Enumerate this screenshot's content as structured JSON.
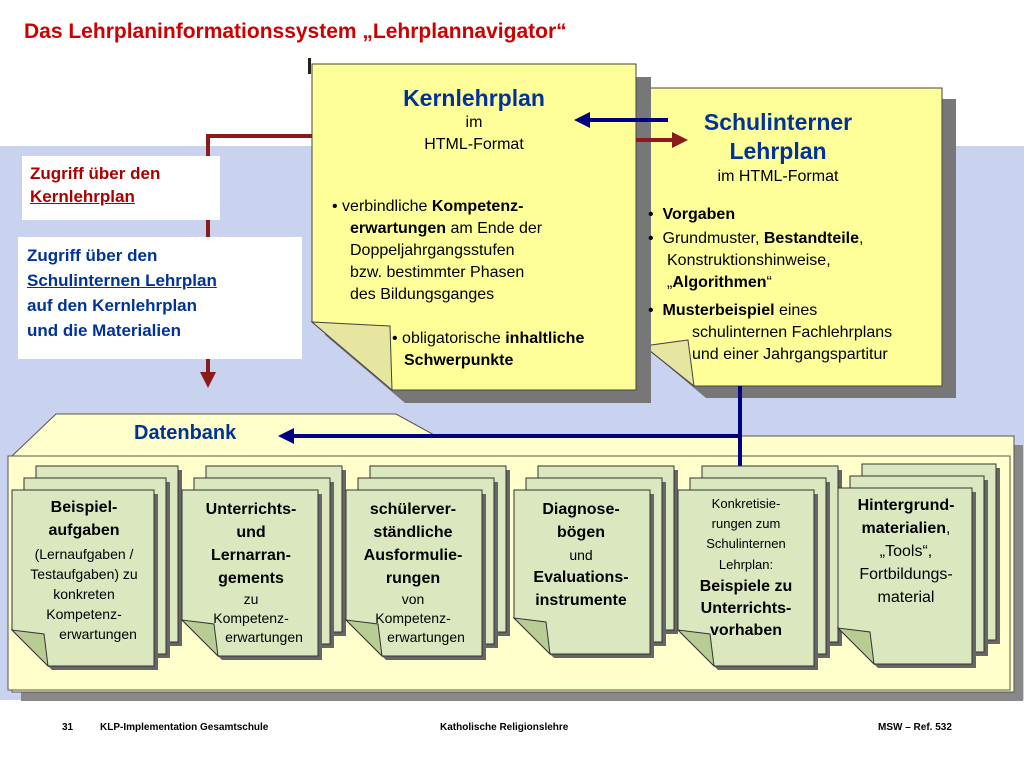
{
  "title": "Das Lehrplaninformationssystem „Lehrplannavigator“",
  "access_kernlehrplan": {
    "line1": "Zugriff über den",
    "line2": "Kernlehrplan"
  },
  "access_schulintern": {
    "line1": "Zugriff über den",
    "line2": "Schulinternen Lehrplan",
    "line3": "auf den Kernlehrplan",
    "line4": "und die Materialien"
  },
  "kernlehrplan": {
    "heading": "Kernlehrplan",
    "sub1": "im",
    "sub2": "HTML-Format",
    "bullet1": {
      "plain1": "verbindliche ",
      "bold1": "Kompetenz-",
      "bold2": "erwartungen",
      "plain2": " am Ende der",
      "line3": "Doppeljahrgangsstufen",
      "line4": "bzw. bestimmter Phasen",
      "line5": "des Bildungsganges"
    },
    "bullet2": {
      "plain": "obligatorische ",
      "bold1": "inhaltliche",
      "bold2": "Schwerpunkte"
    }
  },
  "schulintern": {
    "heading1": "Schulinterner",
    "heading2": "Lehrplan",
    "sub": "im HTML-Format",
    "b1": "Vorgaben",
    "b2": {
      "plain1": "Grundmuster, ",
      "bold": "Bestandteile",
      "plain2": ",",
      "line2": "Konstruktionshinweise,",
      "q_open": "„",
      "bold2": "Algorithmen",
      "q_close": "“"
    },
    "b3": {
      "bold": "Musterbeispiel",
      "plain": " eines",
      "line2": "schulinternen Fachlehrplans",
      "line3": "und einer Jahrgangspartitur"
    }
  },
  "datenbank": {
    "label": "Datenbank"
  },
  "stacks": [
    {
      "l1": "Beispiel-",
      "l2": "aufgaben",
      "l3": "(Lernaufgaben /",
      "l4": "Testaufgaben) zu",
      "l5": "konkreten",
      "l6": "Kompetenz-",
      "l7": "erwartungen"
    },
    {
      "l1": "Unterrichts-",
      "l2": "und",
      "l3": "Lernarran-",
      "l4": "gements",
      "l5": "zu",
      "l6": "Kompetenz-",
      "l7": "erwartungen"
    },
    {
      "l1": "schülerver-",
      "l2": "ständliche",
      "l3": "Ausformulie-",
      "l4": "rungen",
      "l5": "von",
      "l6": "Kompetenz-",
      "l7": "erwartungen"
    },
    {
      "l1": "Diagnose-",
      "l2": "bögen",
      "l3": "und",
      "l4": "Evaluations-",
      "l5": "instrumente"
    },
    {
      "l1": "Konkretisie-",
      "l2": "rungen zum",
      "l3": "Schulinternen",
      "l4": "Lehrplan:",
      "l5": "Beispiele zu",
      "l6": "Unterrichts-",
      "l7": "vorhaben"
    },
    {
      "l1": "Hintergrund-",
      "l2": "materialien",
      "l2b": ",",
      "l3": "„Tools“,",
      "l4": "Fortbildungs-",
      "l5": "material"
    }
  ],
  "footer": {
    "page": "31",
    "left": "KLP-Implementation Gesamtschule",
    "center": "Katholische Religionslehre",
    "right": "MSW – Ref. 532"
  },
  "colors": {
    "title": "#cc0000",
    "band": "#c9d2ee",
    "note": "#ffff99",
    "page": "#dbe8bf",
    "arrow_red": "#8b1a1a",
    "arrow_blue": "#000080"
  }
}
